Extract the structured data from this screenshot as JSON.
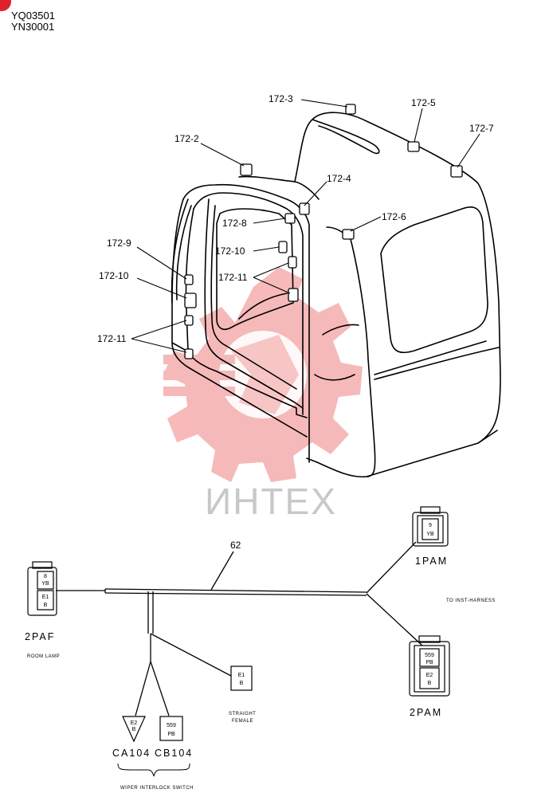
{
  "header": {
    "line1": "YQ03501",
    "line2": "YN30001"
  },
  "colors": {
    "ink": "#000000",
    "watermark": "#f08080",
    "watermark_text": "#c8c8c8",
    "corner_mark": "#e0202a"
  },
  "watermark": {
    "text": "ИНТЕХ"
  },
  "callouts": {
    "c172_3": "172-3",
    "c172_5": "172-5",
    "c172_7": "172-7",
    "c172_2": "172-2",
    "c172_4": "172-4",
    "c172_6": "172-6",
    "c172_8": "172-8",
    "c172_10_inner": "172-10",
    "c172_11_inner": "172-11",
    "c172_9": "172-9",
    "c172_10_outer": "172-10",
    "c172_11_outer": "172-11"
  },
  "harness": {
    "part_number": "62",
    "connectors": {
      "p2paf": {
        "label": "2PAF",
        "desc": "ROOM LAMP",
        "pins": [
          "8",
          "YB",
          "E1",
          "B"
        ]
      },
      "p1pam": {
        "label": "1PAM",
        "pins": [
          "9",
          "YB"
        ]
      },
      "p2pam": {
        "label": "2PAM",
        "pins": [
          "559",
          "PB",
          "E2",
          "B"
        ]
      },
      "ca104": {
        "label": "CA104",
        "pins": [
          "E2",
          "B"
        ]
      },
      "cb104": {
        "label": "CB104",
        "pins": [
          "559",
          "PB"
        ]
      },
      "straight": {
        "desc_line1": "STRAIGHT",
        "desc_line2": "FEMALE",
        "pins": [
          "E1",
          "B"
        ]
      }
    },
    "to_inst": "TO INST-HARNESS",
    "wiper_switch": "WIPER INTERLOCK SWITCH"
  }
}
